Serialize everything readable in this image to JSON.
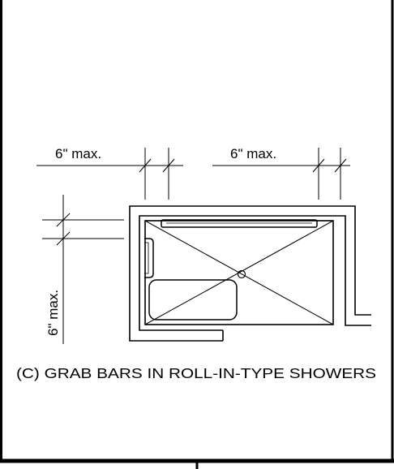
{
  "diagram": {
    "caption": "(C)  GRAB BARS IN ROLL-IN-TYPE SHOWERS",
    "dimensions": {
      "left_horizontal": "6\" max.",
      "right_horizontal": "6\" max.",
      "vertical": "6\" max."
    },
    "colors": {
      "line": "#000000",
      "background": "#ffffff"
    }
  }
}
